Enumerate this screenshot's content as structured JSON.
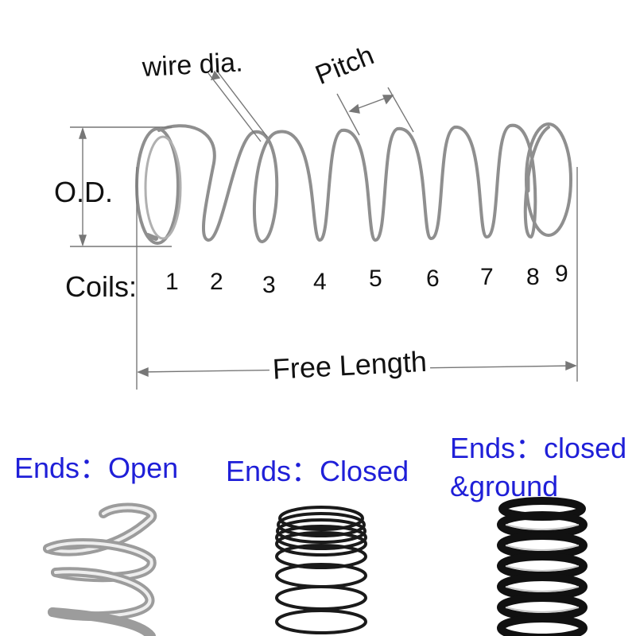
{
  "diagram": {
    "wire_dia_label": "wire dia.",
    "pitch_label": "Pitch",
    "od_label": "O.D.",
    "coils_label": "Coils:",
    "coil_numbers": [
      "1",
      "2",
      "3",
      "4",
      "5",
      "6",
      "7",
      "8",
      "9"
    ],
    "free_length_label": "Free Length",
    "spring_color": "#9a9a9a",
    "dimension_line_color": "#777777"
  },
  "end_types": {
    "open_label": "Ends：Open",
    "closed_label": "Ends：Closed",
    "closed_ground_line1": "Ends：closed",
    "closed_ground_line2": "&ground",
    "label_color": "#1f1fd8",
    "open_spring_color": "#b8b8b8",
    "closed_spring_color": "#1a1a1a"
  }
}
